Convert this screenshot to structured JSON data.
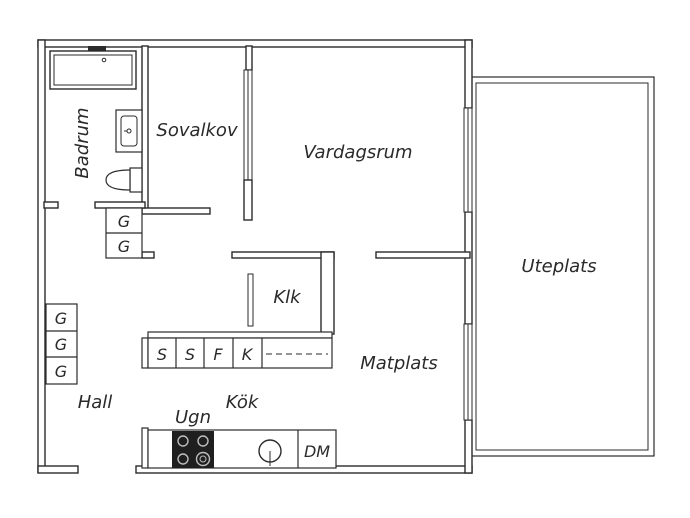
{
  "rooms": {
    "badrum": "Badrum",
    "sovalkov": "Sovalkov",
    "vardagsrum": "Vardagsrum",
    "uteplats": "Uteplats",
    "klk": "Klk",
    "matplats": "Matplats",
    "hall": "Hall",
    "kok": "Kök",
    "ugn": "Ugn"
  },
  "cabinets": {
    "g": "G",
    "s": "S",
    "f": "F",
    "k": "K",
    "dm": "DM"
  }
}
